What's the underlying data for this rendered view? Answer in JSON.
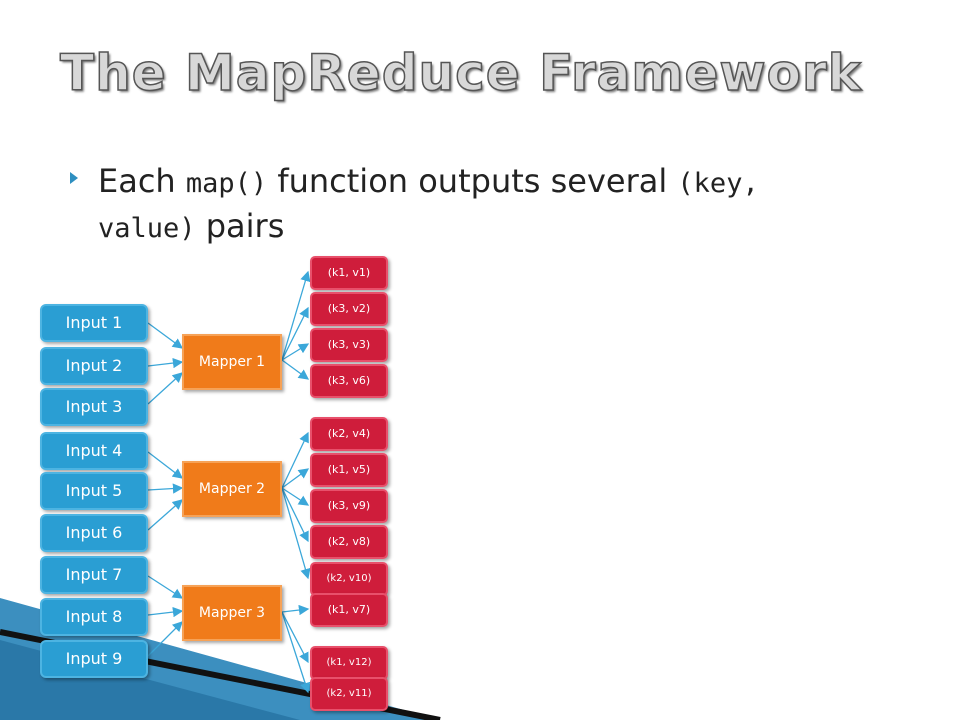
{
  "slide": {
    "title": "The MapReduce Framework",
    "bullet": {
      "text_each": "Each ",
      "code_map": "map()",
      "text_mid": " function outputs several ",
      "code_key": "(key,",
      "code_value": "value)",
      "text_end": " pairs"
    }
  },
  "diagram": {
    "inputs": [
      "Input 1",
      "Input 2",
      "Input 3",
      "Input 4",
      "Input 5",
      "Input 6",
      "Input 7",
      "Input 8",
      "Input 9"
    ],
    "mappers": [
      "Mapper 1",
      "Mapper 2",
      "Mapper 3"
    ],
    "pairs": [
      "(k1, v1)",
      "(k3, v2)",
      "(k3, v3)",
      "(k3, v6)",
      "(k2, v4)",
      "(k1, v5)",
      "(k3, v9)",
      "(k2, v8)",
      "(k2, v10)",
      "(k1, v7)",
      "(k1, v12)",
      "(k2, v11)"
    ],
    "colors": {
      "input": "#2a9ed3",
      "mapper": "#f07b1a",
      "pair": "#cf1d3b",
      "arrow": "#3ba7d9"
    }
  }
}
